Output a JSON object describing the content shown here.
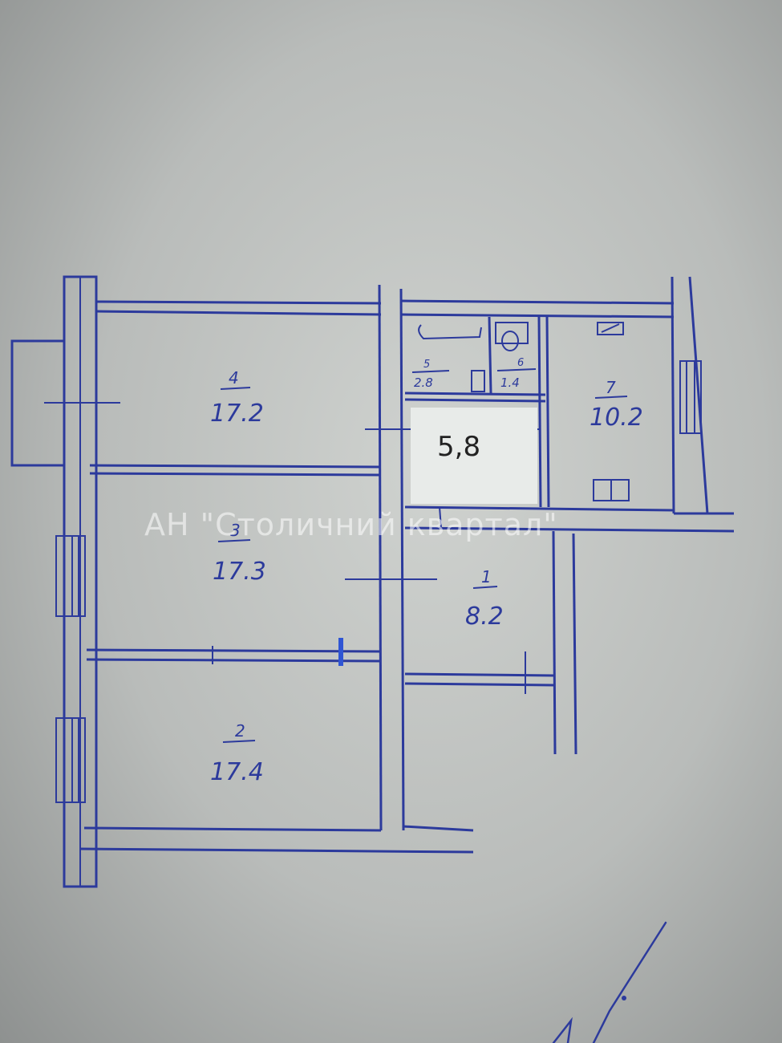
{
  "watermark": "АН \"Столичний квартал\"",
  "colors": {
    "ink": "#2c3a9c",
    "paper": "#c7cac8",
    "marker": "#2f55d4"
  },
  "rooms": [
    {
      "id": "room-4",
      "number": "4",
      "area": "17.2"
    },
    {
      "id": "room-3",
      "number": "3",
      "area": "17.3"
    },
    {
      "id": "room-2",
      "number": "2",
      "area": "17.4"
    },
    {
      "id": "room-1",
      "number": "1",
      "area": "8.2"
    },
    {
      "id": "room-7",
      "number": "7",
      "area": "10.2"
    },
    {
      "id": "room-5",
      "number": "5",
      "area": "2.8"
    },
    {
      "id": "room-6",
      "number": "6",
      "area": "1.4"
    }
  ],
  "hall_area": "5,8",
  "icons": [
    "bathtub-icon",
    "toilet-icon",
    "sink-icon",
    "stove-icon",
    "window-icon",
    "signature-icon"
  ]
}
